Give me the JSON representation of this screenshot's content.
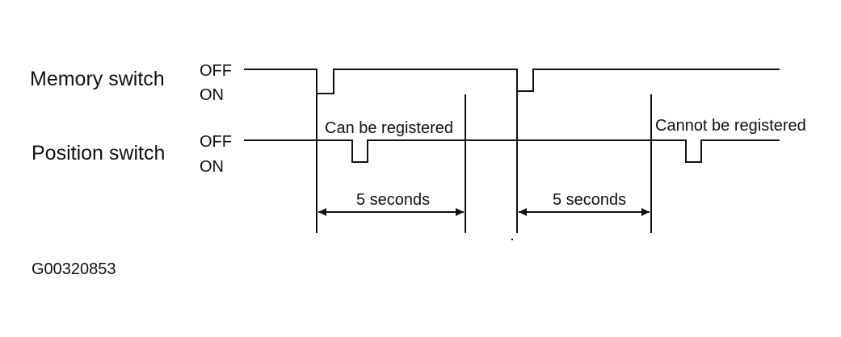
{
  "signals": {
    "memory": {
      "label": "Memory switch",
      "off": "OFF",
      "on": "ON"
    },
    "position": {
      "label": "Position switch",
      "off": "OFF",
      "on": "ON"
    }
  },
  "annotations": {
    "can_register": "Can be registered",
    "cannot_register": "Cannot be registered"
  },
  "intervals": [
    {
      "label": "5 seconds"
    },
    {
      "label": "5 seconds"
    }
  ],
  "figure_id": "G00320853",
  "colors": {
    "ink": "#111111",
    "background": "#ffffff"
  }
}
